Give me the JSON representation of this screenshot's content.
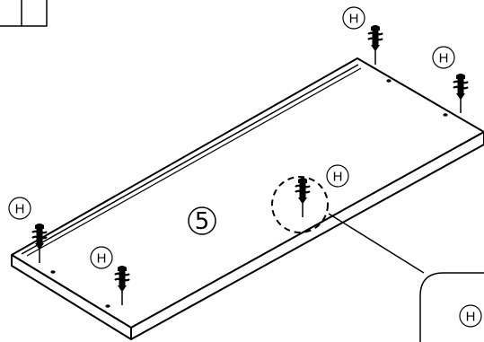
{
  "panel_number": "5",
  "part_letter": "H",
  "callouts": [
    {
      "id": "screw-top-right",
      "label": "H"
    },
    {
      "id": "screw-right",
      "label": "H"
    },
    {
      "id": "screw-center",
      "label": "H"
    },
    {
      "id": "screw-left",
      "label": "H"
    },
    {
      "id": "screw-bottom-left",
      "label": "H"
    }
  ],
  "detail_label": "H"
}
